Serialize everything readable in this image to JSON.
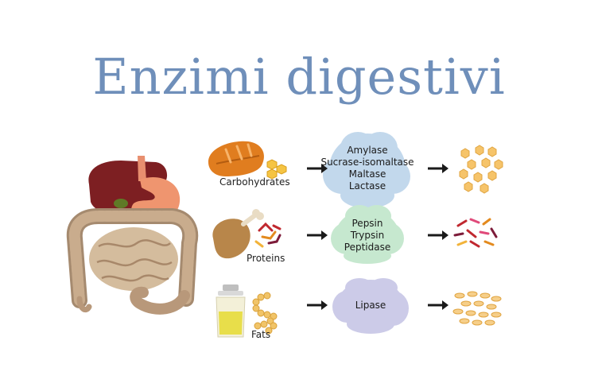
{
  "title": "Enzimi digestivi",
  "rows": [
    {
      "food": "Carbohydrates",
      "enzymes": [
        "Amylase",
        "Sucrase-isomaltase",
        "Maltase",
        "Lactase"
      ],
      "cloud_color": "#c2d8ec"
    },
    {
      "food": "Proteins",
      "enzymes": [
        "Pepsin",
        "Trypsin",
        "Peptidase"
      ],
      "cloud_color": "#c6e8cf"
    },
    {
      "food": "Fats",
      "enzymes": [
        "Lipase"
      ],
      "cloud_color": "#cccbe8"
    }
  ],
  "icons": {
    "organ": "digestive-system-icon",
    "carbs": "bread-icon",
    "proteins": "chicken-leg-icon",
    "fats": "oil-bottle-icon"
  }
}
